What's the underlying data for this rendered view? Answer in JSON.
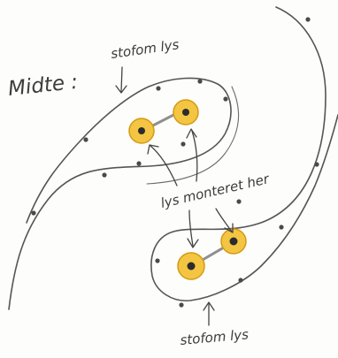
{
  "labels": {
    "center": "Midte :",
    "fabric_top": "stofom lys",
    "fabric_bottom": "stofom lys",
    "mounted": "lys monteret her"
  },
  "colors": {
    "light_fill": "#f3c542",
    "light_ring": "#d49a12",
    "wire": "#555555",
    "ink": "#3c3c3c"
  }
}
